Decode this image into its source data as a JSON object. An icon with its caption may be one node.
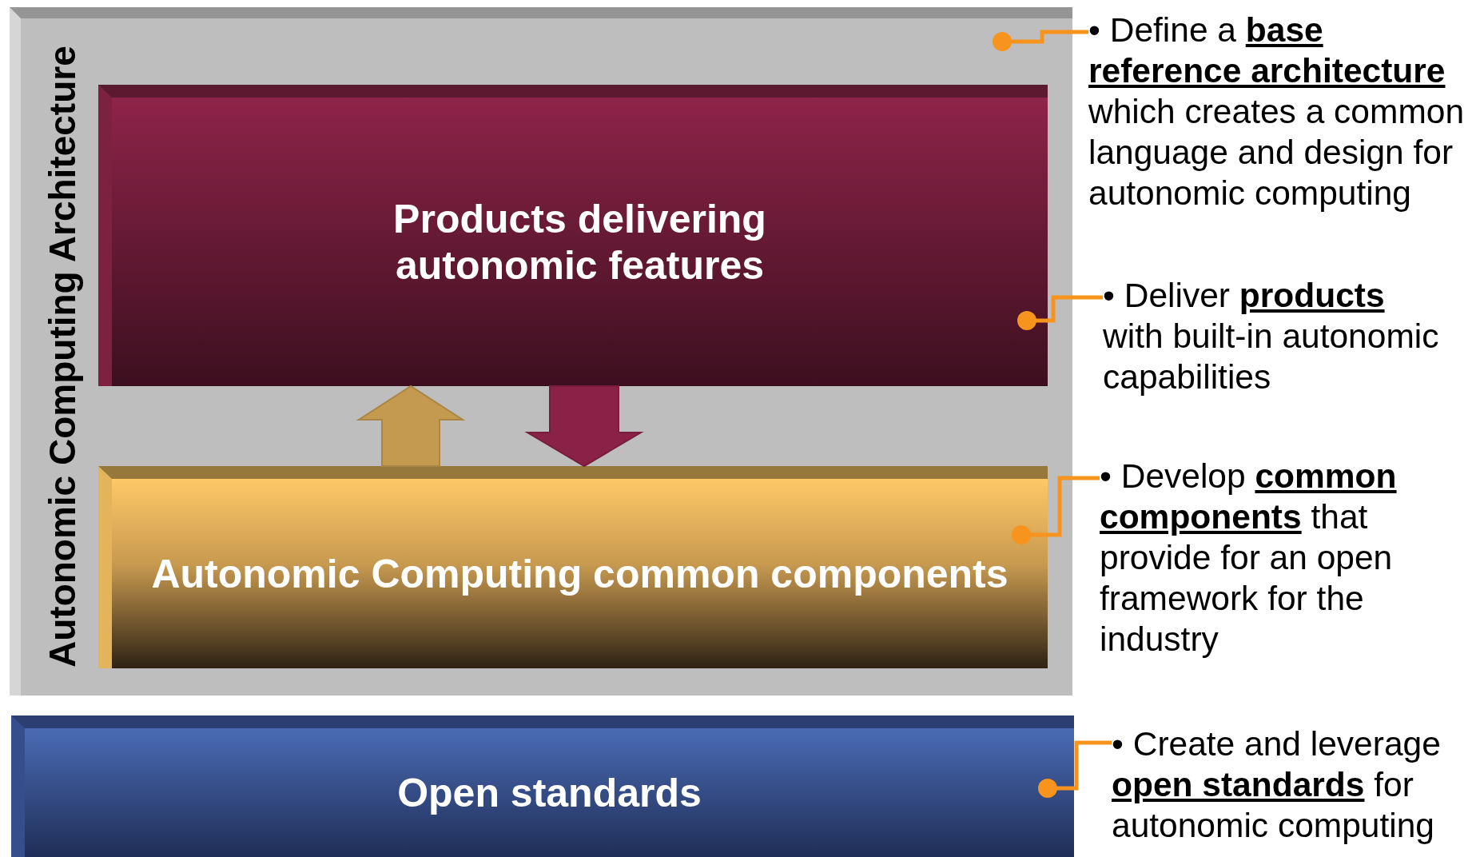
{
  "diagram": {
    "nodes": [
      {
        "text": [
          "Autonomic Computing Architecture"
        ]
      },
      {
        "text": [
          "Products delivering autonomic features"
        ],
        "in": 0
      },
      {
        "text": [
          "Autonomic Computing common components"
        ],
        "in": 0
      },
      {
        "text": [
          "Open standards"
        ]
      },
      {
        "text": [
          "• Define a **base reference architecture** which creates a common language and design for autonomic computing"
        ]
      },
      {
        "text": [
          "• Deliver **products** with built-in autonomic capabilities"
        ]
      },
      {
        "text": [
          "• Develop **common components** that provide for an open framework for the industry"
        ]
      },
      {
        "text": [
          "• Create and leverage **open standards** for autonomic computing"
        ]
      }
    ],
    "edges": [
      {
        "from": 2,
        "to": 1,
        "arrow": "to",
        "style": "thick",
        "color": "#c49a50"
      },
      {
        "from": 1,
        "to": 2,
        "arrow": "to",
        "style": "thick",
        "color": "#8a2248"
      },
      {
        "from": 4,
        "to": 0,
        "arrow": "other"
      },
      {
        "from": 5,
        "to": 1,
        "arrow": "other"
      },
      {
        "from": 6,
        "to": 2,
        "arrow": "other"
      },
      {
        "from": 7,
        "to": 3,
        "arrow": "other"
      }
    ]
  }
}
